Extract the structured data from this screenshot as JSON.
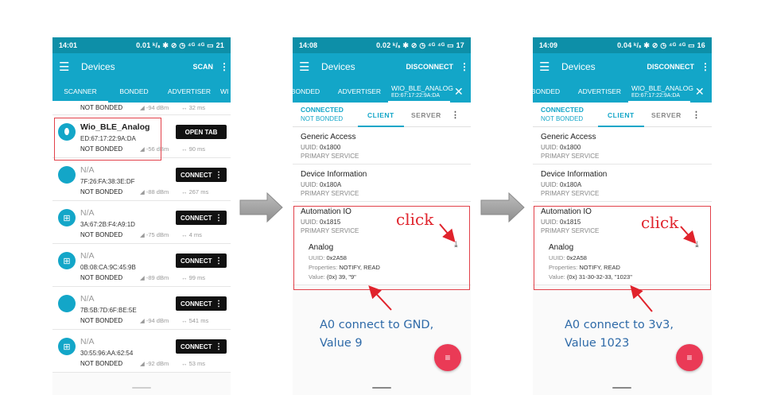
{
  "screens": [
    {
      "status": {
        "time": "14:01",
        "icons": "0.01 ᵏ/ₛ ✱ ⊘ ◷ ⁴ᴳ ⁴ᴳ ▭ 21"
      },
      "appbar": {
        "title": "Devices",
        "action": "SCAN"
      },
      "tabs": [
        "SCANNER",
        "BONDED",
        "ADVERTISER",
        "WI"
      ],
      "devices": [
        {
          "name": "",
          "mac": "",
          "bond": "NOT BONDED",
          "rssi": "-94 dBm",
          "interval": "32 ms",
          "icon": "none"
        },
        {
          "name": "Wio_BLE_Analog",
          "mac": "ED:67:17:22:9A:DA",
          "bond": "NOT BONDED",
          "rssi": "-56 dBm",
          "interval": "90 ms",
          "icon": "bluetooth-tag-icon",
          "button": "OPEN TAB"
        },
        {
          "name": "N/A",
          "mac": "7F:26:FA:38:3E:DF",
          "bond": "NOT BONDED",
          "rssi": "-88 dBm",
          "interval": "267 ms",
          "icon": "apple-icon",
          "button": "CONNECT"
        },
        {
          "name": "N/A",
          "mac": "3A:67:2B:F4:A9:1D",
          "bond": "NOT BONDED",
          "rssi": "-75 dBm",
          "interval": "4 ms",
          "icon": "windows-icon",
          "button": "CONNECT"
        },
        {
          "name": "N/A",
          "mac": "0B:08:CA:9C:45:9B",
          "bond": "NOT BONDED",
          "rssi": "-89 dBm",
          "interval": "99 ms",
          "icon": "windows-icon",
          "button": "CONNECT"
        },
        {
          "name": "N/A",
          "mac": "7B:5B:7D:6F:BE:5E",
          "bond": "NOT BONDED",
          "rssi": "-94 dBm",
          "interval": "541 ms",
          "icon": "apple-icon",
          "button": "CONNECT"
        },
        {
          "name": "N/A",
          "mac": "30:55:96:AA:62:54",
          "bond": "NOT BONDED",
          "rssi": "-92 dBm",
          "interval": "53 ms",
          "icon": "windows-icon",
          "button": "CONNECT"
        }
      ]
    },
    {
      "status": {
        "time": "14:08",
        "icons": "0.02 ᵏ/ₛ ✱ ⊘ ◷ ⁴ᴳ ⁴ᴳ ▭ 17"
      },
      "appbar": {
        "title": "Devices",
        "action": "DISCONNECT"
      },
      "tabs": [
        "BONDED",
        "ADVERTISER"
      ],
      "device_tab": {
        "name": "WIO_BLE_ANALOG",
        "mac": "ED:67:17:22:9A:DA"
      },
      "connection": {
        "state": "CONNECTED",
        "bond": "NOT BONDED",
        "client": "CLIENT",
        "server": "SERVER"
      },
      "services": [
        {
          "name": "Generic Access",
          "uuid_label": "UUID:",
          "uuid": "0x1800",
          "type": "PRIMARY SERVICE"
        },
        {
          "name": "Device Information",
          "uuid_label": "UUID:",
          "uuid": "0x180A",
          "type": "PRIMARY SERVICE"
        },
        {
          "name": "Automation IO",
          "uuid_label": "UUID:",
          "uuid": "0x1815",
          "type": "PRIMARY SERVICE"
        }
      ],
      "characteristic": {
        "name": "Analog",
        "uuid_label": "UUID:",
        "uuid": "0x2A58",
        "props_label": "Properties:",
        "props": "NOTIFY, READ",
        "value_label": "Value:",
        "value": "(0x) 39, \"9\""
      },
      "annotation": {
        "click": "click",
        "note_line1": "A0 connect to GND,",
        "note_line2": "Value 9"
      }
    },
    {
      "status": {
        "time": "14:09",
        "icons": "0.04 ᵏ/ₛ ✱ ⊘ ◷ ⁴ᴳ ⁴ᴳ ▭ 16"
      },
      "appbar": {
        "title": "Devices",
        "action": "DISCONNECT"
      },
      "tabs": [
        "BONDED",
        "ADVERTISER"
      ],
      "device_tab": {
        "name": "WIO_BLE_ANALOG",
        "mac": "ED:67:17:22:9A:DA"
      },
      "connection": {
        "state": "CONNECTED",
        "bond": "NOT BONDED",
        "client": "CLIENT",
        "server": "SERVER"
      },
      "services": [
        {
          "name": "Generic Access",
          "uuid_label": "UUID:",
          "uuid": "0x1800",
          "type": "PRIMARY SERVICE"
        },
        {
          "name": "Device Information",
          "uuid_label": "UUID:",
          "uuid": "0x180A",
          "type": "PRIMARY SERVICE"
        },
        {
          "name": "Automation IO",
          "uuid_label": "UUID:",
          "uuid": "0x1815",
          "type": "PRIMARY SERVICE"
        }
      ],
      "characteristic": {
        "name": "Analog",
        "uuid_label": "UUID:",
        "uuid": "0x2A58",
        "props_label": "Properties:",
        "props": "NOTIFY, READ",
        "value_label": "Value:",
        "value": "(0x) 31-30-32-33, \"1023\""
      },
      "annotation": {
        "click": "click",
        "note_line1": "A0 connect to 3v3,",
        "note_line2": "Value 1023"
      }
    }
  ],
  "colors": {
    "primary": "#13a6c8",
    "statusbar": "#0d8fa8",
    "fab": "#ea3a56",
    "annotation_red": "#e0232c",
    "note_blue": "#2e6aa8"
  },
  "icons": {
    "menu": "hamburger-icon",
    "more": "kebab-icon",
    "close": "close-icon",
    "download": "download-icon",
    "fab": "filter-list-icon",
    "arrow": "right-arrow-icon"
  }
}
